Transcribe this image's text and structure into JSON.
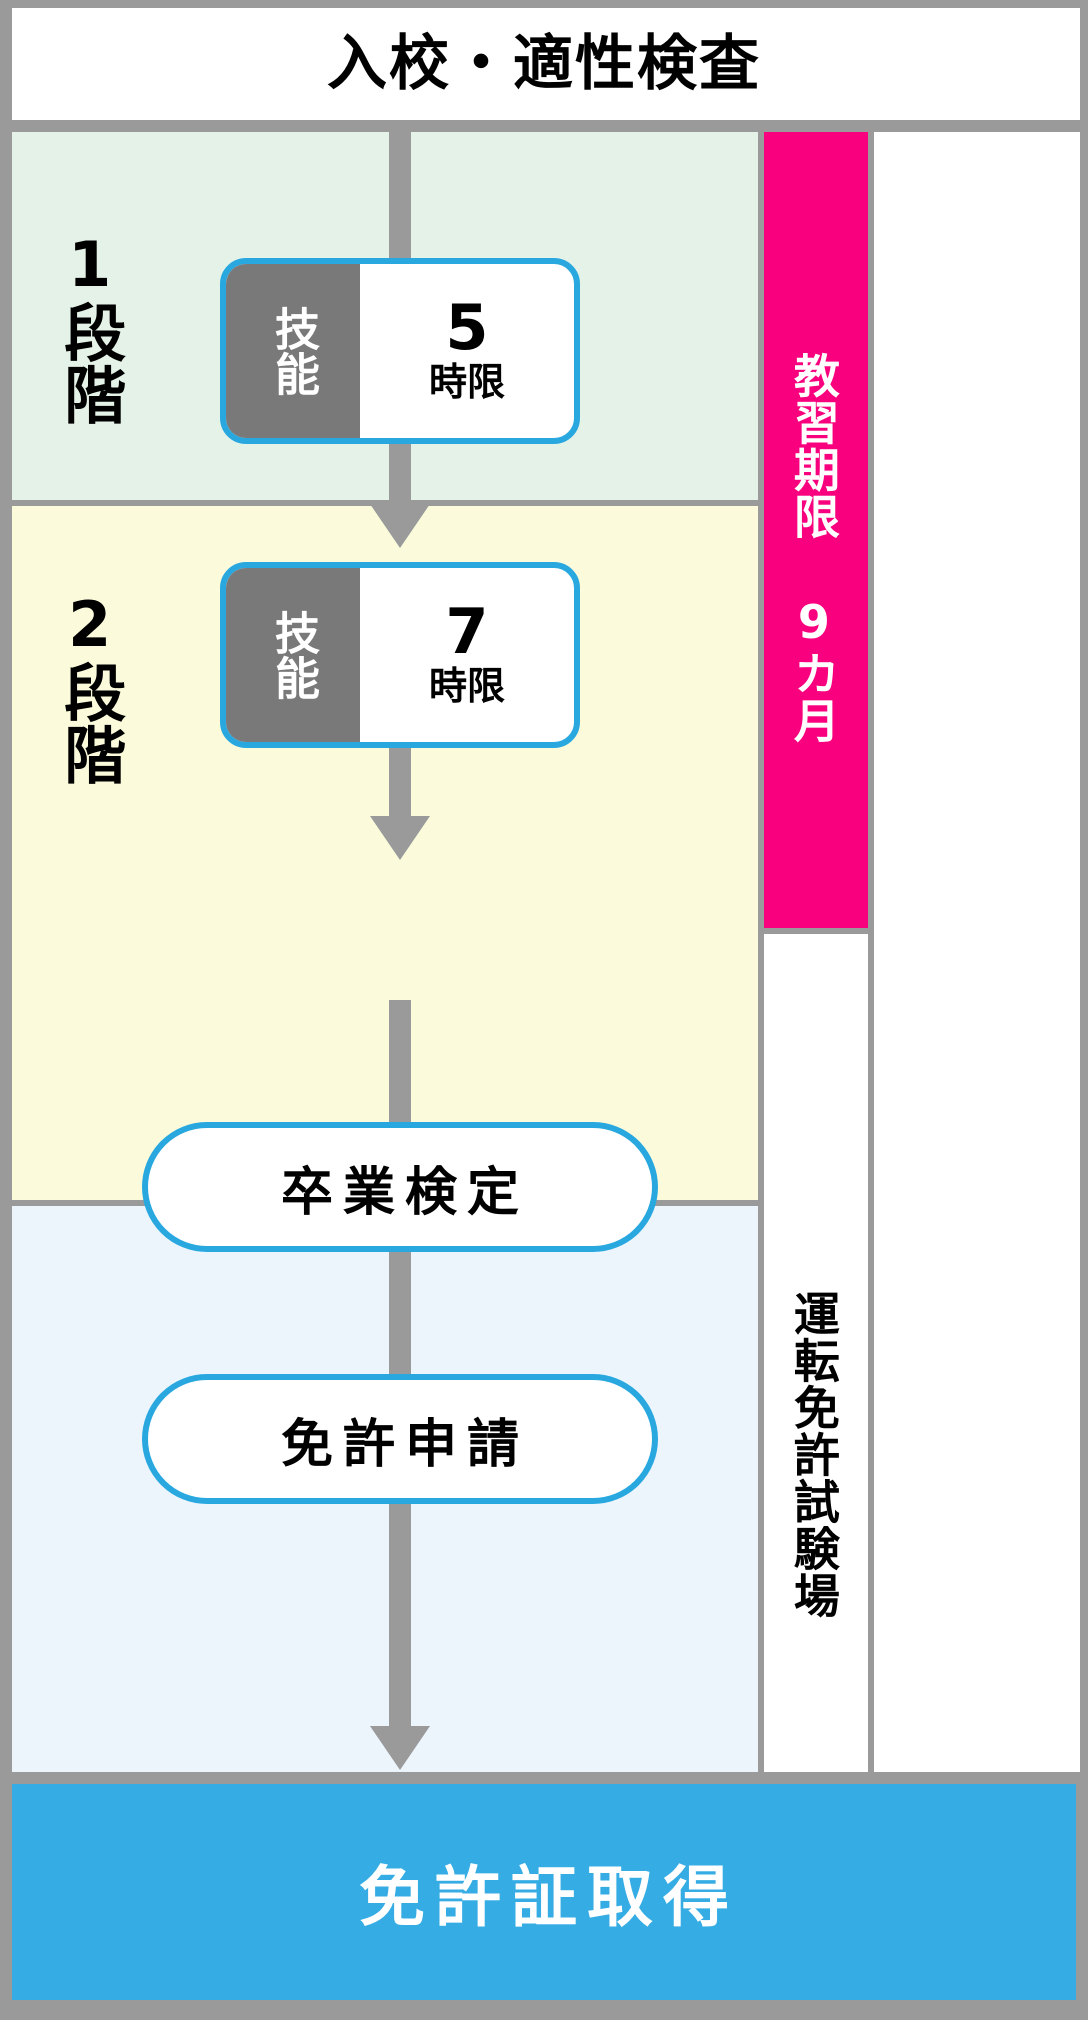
{
  "header": {
    "title": "入校・適性検査"
  },
  "stages": [
    {
      "label": "1段階",
      "band_color": "#e4f2e7",
      "lesson": {
        "kind": "技能",
        "count": "5",
        "unit": "時限"
      }
    },
    {
      "label": "2段階",
      "band_color": "#fbfbdc",
      "lesson": {
        "kind": "技能",
        "count": "7",
        "unit": "時限"
      }
    }
  ],
  "steps": [
    {
      "label": "卒業検定"
    },
    {
      "label": "免許申請"
    }
  ],
  "sidebars": [
    {
      "label": "教習期限 9カ月",
      "bg": "#f9007e",
      "fg": "#ffffff"
    },
    {
      "label": "運転免許試験場",
      "bg": "#ffffff",
      "fg": "#000000"
    }
  ],
  "result": {
    "label": "免許証取得",
    "bg": "#35ace4",
    "fg": "#ffffff"
  },
  "colors": {
    "frame": "#9a9a9a",
    "accent_blue": "#29a8e0",
    "kind_gray": "#797979",
    "band_license": "#ecf4fc"
  }
}
